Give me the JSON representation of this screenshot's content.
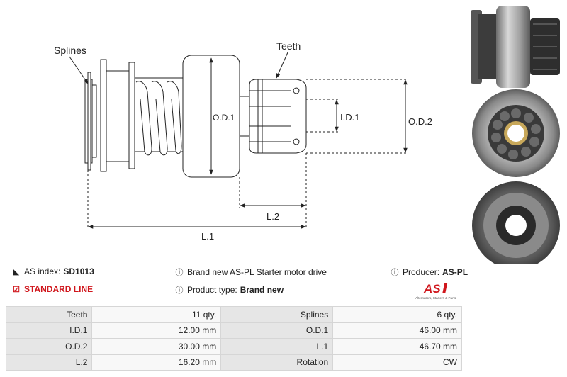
{
  "diagram": {
    "labels": {
      "splines": "Splines",
      "teeth": "Teeth",
      "od1": "O.D.1",
      "id1": "I.D.1",
      "od2": "O.D.2",
      "l2": "L.2",
      "l1": "L.1"
    }
  },
  "info": {
    "as_index_label": "AS index:",
    "as_index_value": "SD1013",
    "standard_line": "STANDARD LINE",
    "description": "Brand new AS-PL Starter motor drive",
    "product_type_label": "Product type:",
    "product_type_value": "Brand new",
    "producer_label": "Producer:",
    "producer_value": "AS-PL"
  },
  "logo": {
    "mark": "AS",
    "tagline": "Alternators, Starters & Parts"
  },
  "specs": {
    "rows": [
      {
        "k1": "Teeth",
        "v1": "11 qty.",
        "k2": "Splines",
        "v2": "6 qty."
      },
      {
        "k1": "I.D.1",
        "v1": "12.00 mm",
        "k2": "O.D.1",
        "v2": "46.00 mm"
      },
      {
        "k1": "O.D.2",
        "v1": "30.00 mm",
        "k2": "L.1",
        "v2": "46.70 mm"
      },
      {
        "k1": "L.2",
        "v1": "16.20 mm",
        "k2": "Rotation",
        "v2": "CW"
      }
    ]
  },
  "colors": {
    "accent_red": "#d0161c",
    "table_key_bg": "#e6e6e6",
    "table_value_bg": "#f8f8f8"
  }
}
